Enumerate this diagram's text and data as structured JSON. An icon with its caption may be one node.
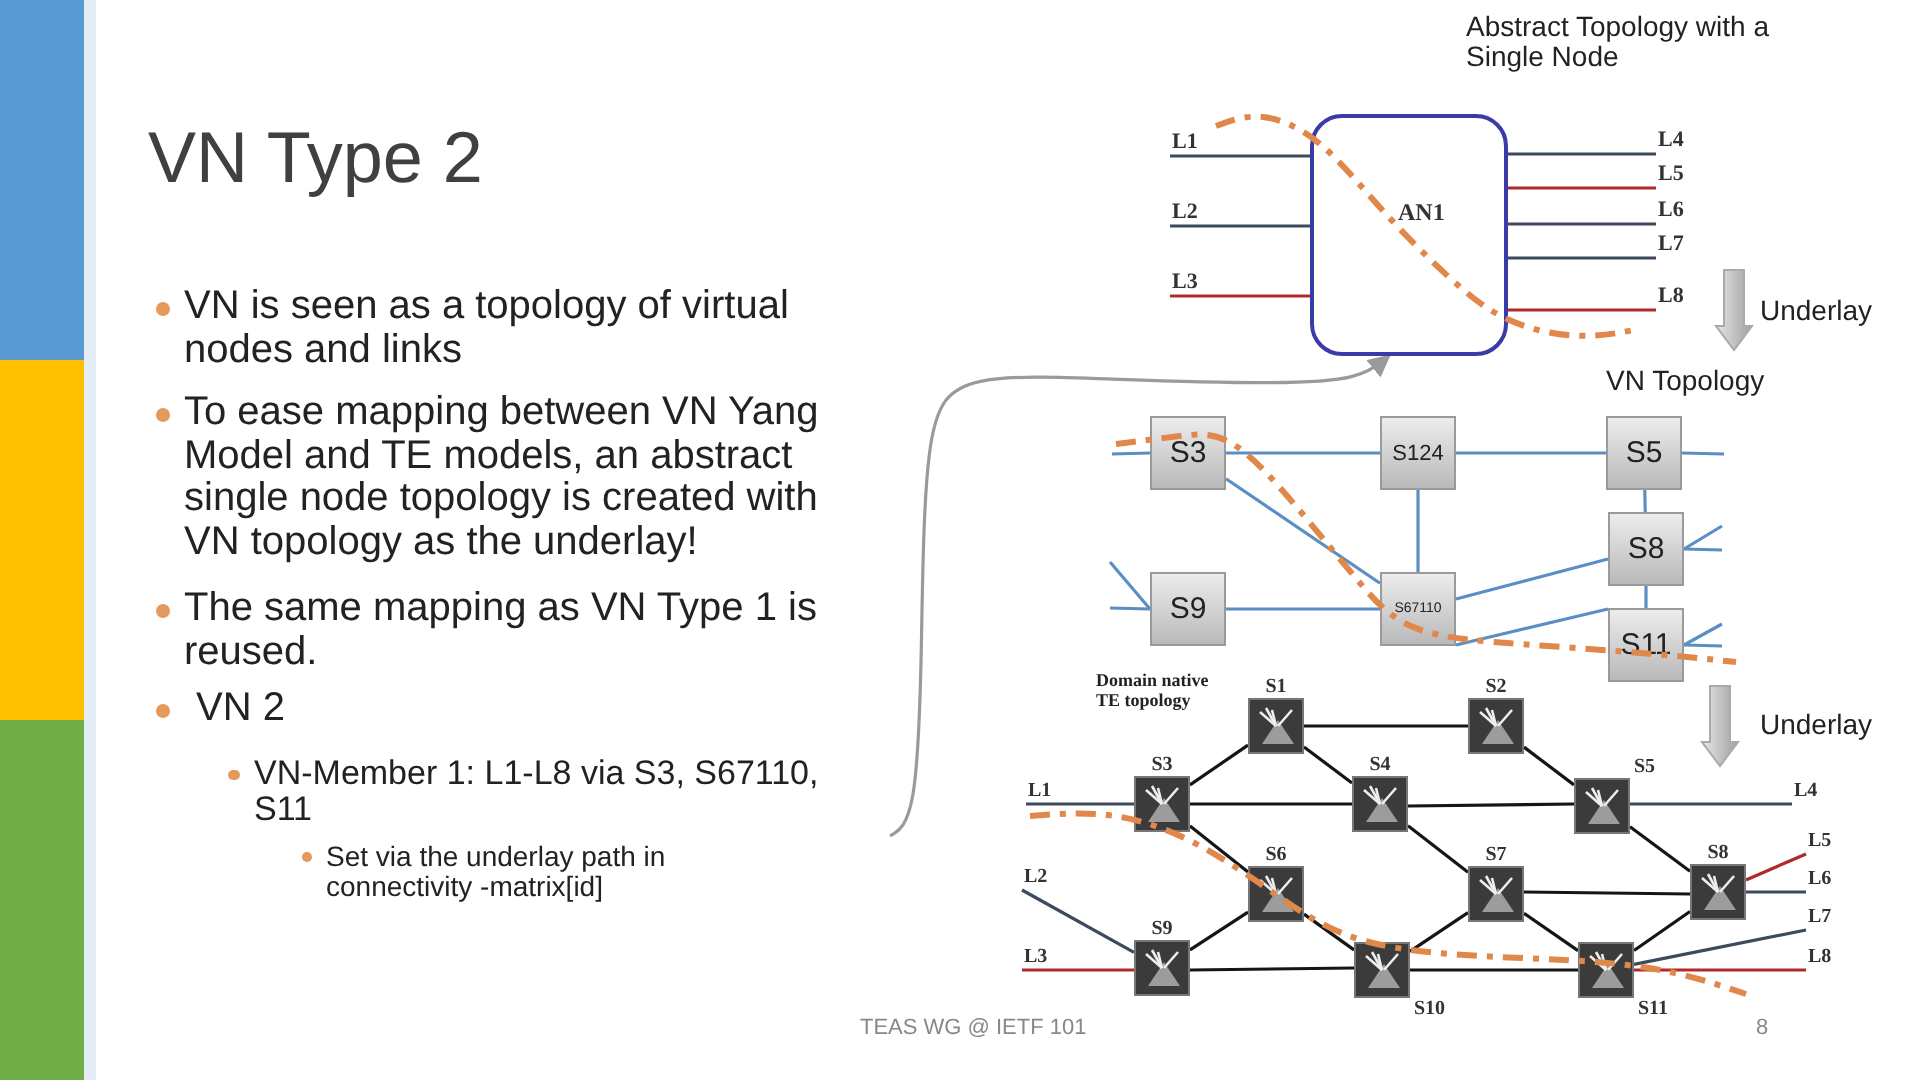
{
  "diagram": {
    "title": "VN Type 2",
    "nodes": [
      {
        "text": [
          "AN1"
        ]
      },
      {
        "text": [
          "L1"
        ]
      },
      {
        "text": [
          "L2"
        ]
      },
      {
        "text": [
          "L3"
        ]
      },
      {
        "text": [
          "L4"
        ]
      },
      {
        "text": [
          "L5"
        ]
      },
      {
        "text": [
          "L6"
        ]
      },
      {
        "text": [
          "L7"
        ]
      },
      {
        "text": [
          "L8"
        ]
      },
      {
        "text": [
          "S3"
        ]
      },
      {
        "text": [
          "S124"
        ]
      },
      {
        "text": [
          "S5"
        ]
      },
      {
        "text": [
          "S8"
        ]
      },
      {
        "text": [
          "S9"
        ]
      },
      {
        "text": [
          "S67110"
        ]
      },
      {
        "text": [
          "S11"
        ]
      },
      {
        "text": [
          "S1"
        ]
      },
      {
        "text": [
          "S2"
        ]
      },
      {
        "text": [
          "S3"
        ]
      },
      {
        "text": [
          "S4"
        ]
      },
      {
        "text": [
          "S5"
        ]
      },
      {
        "text": [
          "S6"
        ]
      },
      {
        "text": [
          "S7"
        ]
      },
      {
        "text": [
          "S8"
        ]
      },
      {
        "text": [
          "S9"
        ]
      },
      {
        "text": [
          "S10"
        ]
      },
      {
        "text": [
          "S11"
        ]
      },
      {
        "text": [
          "L1"
        ]
      },
      {
        "text": [
          "L2"
        ]
      },
      {
        "text": [
          "L3"
        ]
      },
      {
        "text": [
          "L4"
        ]
      },
      {
        "text": [
          "L5"
        ]
      },
      {
        "text": [
          "L6"
        ]
      },
      {
        "text": [
          "L7"
        ]
      },
      {
        "text": [
          "L8"
        ]
      }
    ],
    "edges": [
      {
        "from": 1,
        "to": 0,
        "arrow": "none",
        "color": "#3c4a5c"
      },
      {
        "from": 2,
        "to": 0,
        "arrow": "none",
        "color": "#3c4a5c"
      },
      {
        "from": 3,
        "to": 0,
        "arrow": "none",
        "color": "#b02a2a"
      },
      {
        "from": 0,
        "to": 4,
        "arrow": "none",
        "color": "#3c4a5c"
      },
      {
        "from": 0,
        "to": 5,
        "arrow": "none",
        "color": "#b02a2a"
      },
      {
        "from": 0,
        "to": 6,
        "arrow": "none",
        "color": "#3c4a5c"
      },
      {
        "from": 0,
        "to": 7,
        "arrow": "none",
        "color": "#3c4a5c"
      },
      {
        "from": 0,
        "to": 8,
        "arrow": "none",
        "color": "#b02a2a"
      },
      {
        "from": null,
        "to": 0,
        "arrow": "to",
        "color": "#9a9a9a"
      },
      {
        "from": 9,
        "to": 10,
        "arrow": "none",
        "color": "#5b8ec4"
      },
      {
        "from": 10,
        "to": 11,
        "arrow": "none",
        "color": "#5b8ec4"
      },
      {
        "from": 9,
        "to": 14,
        "arrow": "none",
        "color": "#5b8ec4"
      },
      {
        "from": 10,
        "to": 14,
        "arrow": "none",
        "color": "#5b8ec4"
      },
      {
        "from": 13,
        "to": 14,
        "arrow": "none",
        "color": "#5b8ec4"
      },
      {
        "from": 14,
        "to": 12,
        "arrow": "none",
        "color": "#5b8ec4"
      },
      {
        "from": 14,
        "to": 15,
        "arrow": "none",
        "color": "#5b8ec4"
      },
      {
        "from": 11,
        "to": 12,
        "arrow": "none",
        "color": "#5b8ec4"
      },
      {
        "from": 12,
        "to": 15,
        "arrow": "none",
        "color": "#5b8ec4"
      },
      {
        "from": null,
        "to": 9,
        "arrow": "none",
        "color": "#5b8ec4"
      },
      {
        "from": null,
        "to": 13,
        "arrow": "none",
        "color": "#5b8ec4"
      },
      {
        "from": null,
        "to": 13,
        "arrow": "none",
        "color": "#5b8ec4"
      },
      {
        "from": 11,
        "to": null,
        "arrow": "none",
        "color": "#5b8ec4"
      },
      {
        "from": 12,
        "to": null,
        "arrow": "none",
        "color": "#5b8ec4"
      },
      {
        "from": 12,
        "to": null,
        "arrow": "none",
        "color": "#5b8ec4"
      },
      {
        "from": 15,
        "to": null,
        "arrow": "none",
        "color": "#5b8ec4"
      },
      {
        "from": 15,
        "to": null,
        "arrow": "none",
        "color": "#5b8ec4"
      },
      {
        "from": 16,
        "to": 17,
        "arrow": "none",
        "color": "#151515"
      },
      {
        "from": 16,
        "to": 18,
        "arrow": "none",
        "color": "#151515"
      },
      {
        "from": 16,
        "to": 19,
        "arrow": "none",
        "color": "#151515"
      },
      {
        "from": 18,
        "to": 19,
        "arrow": "none",
        "color": "#151515"
      },
      {
        "from": 19,
        "to": 20,
        "arrow": "none",
        "color": "#151515"
      },
      {
        "from": 17,
        "to": 20,
        "arrow": "none",
        "color": "#151515"
      },
      {
        "from": 18,
        "to": 21,
        "arrow": "none",
        "color": "#151515"
      },
      {
        "from": 19,
        "to": 22,
        "arrow": "none",
        "color": "#151515"
      },
      {
        "from": 20,
        "to": 23,
        "arrow": "none",
        "color": "#151515"
      },
      {
        "from": 21,
        "to": 24,
        "arrow": "none",
        "color": "#151515"
      },
      {
        "from": 21,
        "to": 25,
        "arrow": "none",
        "color": "#151515"
      },
      {
        "from": 24,
        "to": 25,
        "arrow": "none",
        "color": "#151515"
      },
      {
        "from": 22,
        "to": 25,
        "arrow": "none",
        "color": "#151515"
      },
      {
        "from": 22,
        "to": 23,
        "arrow": "none",
        "color": "#151515"
      },
      {
        "from": 22,
        "to": 26,
        "arrow": "none",
        "color": "#151515"
      },
      {
        "from": 25,
        "to": 26,
        "arrow": "none",
        "color": "#151515"
      },
      {
        "from": 26,
        "to": 23,
        "arrow": "none",
        "color": "#151515"
      },
      {
        "from": 27,
        "to": 18,
        "arrow": "none",
        "color": "#3c4a5c"
      },
      {
        "from": 28,
        "to": 24,
        "arrow": "none",
        "color": "#3c4a5c"
      },
      {
        "from": 29,
        "to": 24,
        "arrow": "none",
        "color": "#b02a2a"
      },
      {
        "from": 20,
        "to": 30,
        "arrow": "none",
        "color": "#3c4a5c"
      },
      {
        "from": 23,
        "to": 31,
        "arrow": "none",
        "color": "#b02a2a"
      },
      {
        "from": 23,
        "to": 32,
        "arrow": "none",
        "color": "#3c4a5c"
      },
      {
        "from": 26,
        "to": 33,
        "arrow": "none",
        "color": "#3c4a5c"
      },
      {
        "from": 26,
        "to": 34,
        "arrow": "none",
        "color": "#b02a2a"
      }
    ],
    "labels": [
      "Abstract Topology with a Single Node",
      "VN is seen as a topology of virtual nodes and links",
      "To ease mapping between VN Yang Model and TE models, an abstract single node topology is created with VN topology as the underlay!",
      "The same mapping as VN Type 1 is reused.",
      "VN 2",
      "VN-Member 1: L1-L8 via S3, S67110, S11",
      "Set via the underlay path in connectivity -matrix[id]",
      "Underlay",
      "VN Topology",
      "Domain native TE topology",
      "Underlay",
      "TEAS WG @ IETF 101",
      "8"
    ]
  }
}
